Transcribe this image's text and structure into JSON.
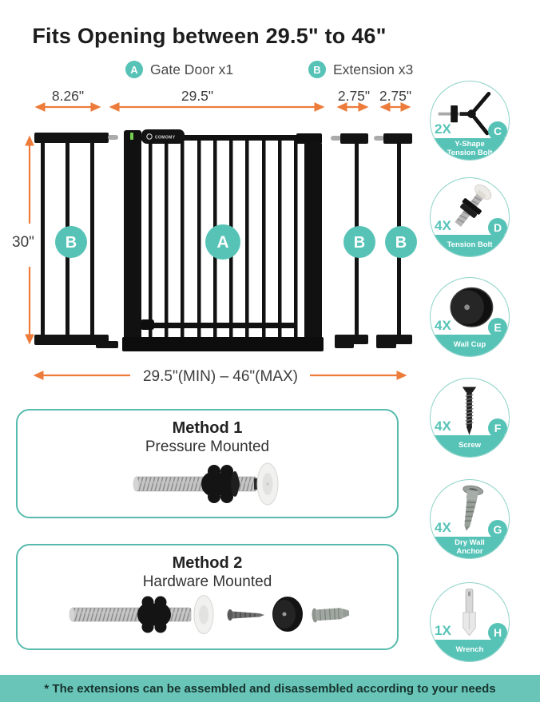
{
  "title": "Fits Opening between 29.5\" to 46\"",
  "legend": {
    "gate": {
      "letter": "A",
      "label": "Gate Door x1"
    },
    "extension": {
      "letter": "B",
      "label": "Extension x3"
    }
  },
  "dimensions": {
    "left_extension_width": "8.26\"",
    "gate_width": "29.5\"",
    "extension_width_1": "2.75\"",
    "extension_width_2": "2.75\"",
    "height": "30\"",
    "total_range": "29.5\"(MIN) – 46\"(MAX)"
  },
  "gate": {
    "brand": "COMOMY",
    "left_extension_badge": "B",
    "gate_door_badge": "A",
    "extension_1_badge": "B",
    "extension_2_badge": "B"
  },
  "methods": [
    {
      "title": "Method 1",
      "subtitle": "Pressure Mounted"
    },
    {
      "title": "Method 2",
      "subtitle": "Hardware Mounted"
    }
  ],
  "parts": [
    {
      "id": "C",
      "count": "2X",
      "name": "Y-Shape Tension Bolt",
      "line1": "Y-Shape",
      "line2": "Tension Bolt"
    },
    {
      "id": "D",
      "count": "4X",
      "name": "Tension Bolt",
      "line1": "Tension Bolt",
      "line2": ""
    },
    {
      "id": "E",
      "count": "4X",
      "name": "Wall Cup",
      "line1": "Wall Cup",
      "line2": ""
    },
    {
      "id": "F",
      "count": "4X",
      "name": "Screw",
      "line1": "Screw",
      "line2": ""
    },
    {
      "id": "G",
      "count": "4X",
      "name": "Dry Wall Anchor",
      "line1": "Dry Wall",
      "line2": "Anchor"
    },
    {
      "id": "H",
      "count": "1X",
      "name": "Wrench",
      "line1": "Wrench",
      "line2": ""
    }
  ],
  "footer": "* The extensions can be assembled and disassembled according to your needs",
  "colors": {
    "teal": "#57C3B7",
    "footer_teal": "#68C5B8",
    "orange": "#ED7C3B",
    "gate_black": "#121212"
  }
}
